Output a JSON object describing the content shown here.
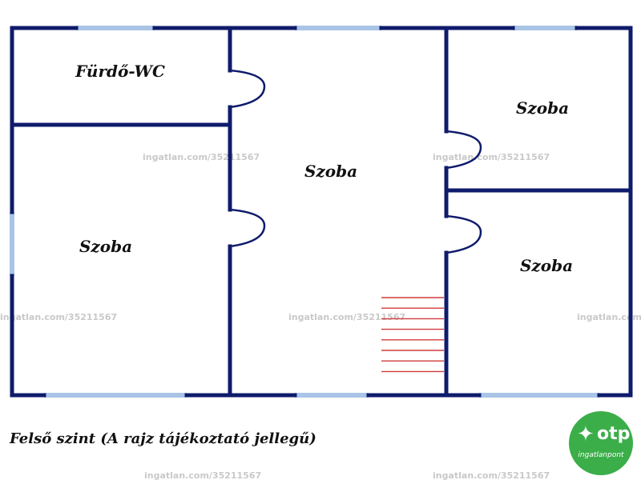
{
  "rooms": {
    "bath": "Fürdő-WC",
    "center": "Szoba",
    "top_right": "Szoba",
    "left": "Szoba",
    "bottom_right": "Szoba"
  },
  "caption": "Felső szint (A rajz tájékoztató jellegű)",
  "watermark": "ingatlan.com/35211567",
  "logo": {
    "brand": "otp",
    "sub": "ingatlanpont"
  },
  "colors": {
    "wall": "#0f1b6b",
    "window": "#a9c4e6",
    "stairs": "#d23a3a",
    "logo": "#3bae49"
  }
}
